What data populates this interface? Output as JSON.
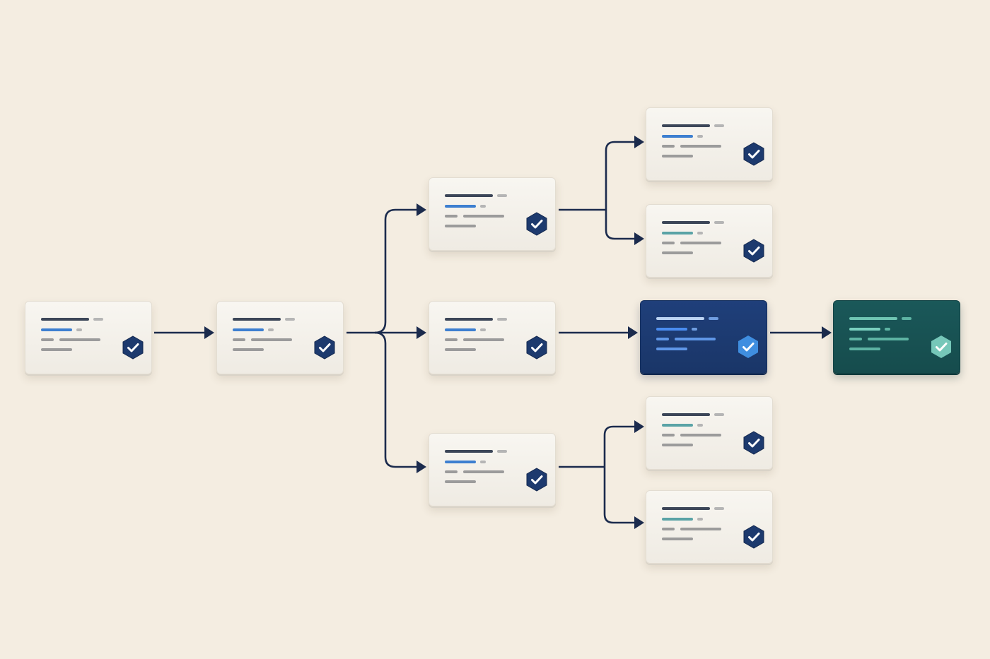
{
  "diagram": {
    "colors": {
      "background": "#f4ede1",
      "connector": "#1b2b4d",
      "card_light": "#f5f2ec",
      "card_dark_blue": "#1d3b73",
      "card_dark_teal": "#175253",
      "check_badge_navy": "#1d3a6e",
      "check_badge_blue": "#3f8ee0",
      "check_badge_teal": "#76c7b9"
    },
    "nodes": [
      {
        "id": "n1",
        "style": "light",
        "accent": "blue",
        "icon": "check-badge-icon"
      },
      {
        "id": "n2",
        "style": "light",
        "accent": "blue",
        "icon": "check-badge-icon"
      },
      {
        "id": "n3",
        "style": "light",
        "accent": "blue",
        "icon": "check-badge-icon"
      },
      {
        "id": "n4",
        "style": "light",
        "accent": "blue",
        "icon": "check-badge-icon"
      },
      {
        "id": "n5",
        "style": "light",
        "accent": "blue",
        "icon": "check-badge-icon"
      },
      {
        "id": "n6",
        "style": "light",
        "accent": "blue",
        "icon": "check-badge-icon"
      },
      {
        "id": "n7",
        "style": "light",
        "accent": "teal",
        "icon": "check-badge-icon"
      },
      {
        "id": "n8",
        "style": "dark-blue",
        "accent": "blue",
        "icon": "check-badge-icon"
      },
      {
        "id": "n9",
        "style": "dark-teal",
        "accent": "teal",
        "icon": "check-badge-icon"
      },
      {
        "id": "n10",
        "style": "light",
        "accent": "teal",
        "icon": "check-badge-icon"
      },
      {
        "id": "n11",
        "style": "light",
        "accent": "teal",
        "icon": "check-badge-icon"
      }
    ],
    "edges": [
      {
        "from": "n1",
        "to": "n2"
      },
      {
        "from": "n2",
        "to": "n3"
      },
      {
        "from": "n2",
        "to": "n4"
      },
      {
        "from": "n2",
        "to": "n5"
      },
      {
        "from": "n3",
        "to": "n6"
      },
      {
        "from": "n3",
        "to": "n7"
      },
      {
        "from": "n4",
        "to": "n8"
      },
      {
        "from": "n8",
        "to": "n9"
      },
      {
        "from": "n5",
        "to": "n10"
      },
      {
        "from": "n5",
        "to": "n11"
      }
    ]
  }
}
